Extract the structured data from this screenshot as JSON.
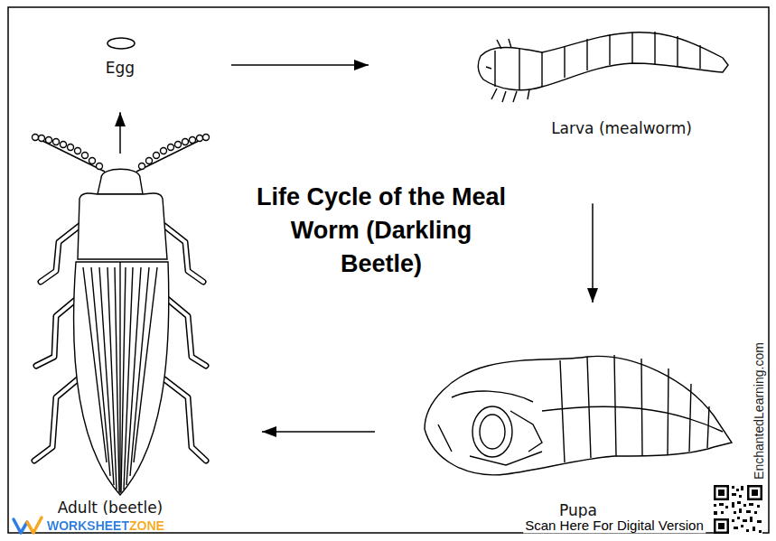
{
  "diagram": {
    "title": "Life Cycle of the Meal Worm (Darkling Beetle)",
    "nodes": [
      {
        "text": [
          "Egg"
        ]
      },
      {
        "text": [
          "Larva (mealworm)"
        ]
      },
      {
        "text": [
          "Pupa"
        ]
      },
      {
        "text": [
          "Adult (beetle)"
        ]
      }
    ],
    "edges": [
      {
        "from": 0,
        "to": 1,
        "arrow": "to"
      },
      {
        "from": 1,
        "to": 2,
        "arrow": "to"
      },
      {
        "from": 2,
        "to": 3,
        "arrow": "to"
      },
      {
        "from": 3,
        "to": 0,
        "arrow": "to"
      }
    ],
    "labels": [
      "EnchantedLearning.com",
      "WORKSHEETZONE",
      "Scan Here For Digital Version"
    ]
  }
}
